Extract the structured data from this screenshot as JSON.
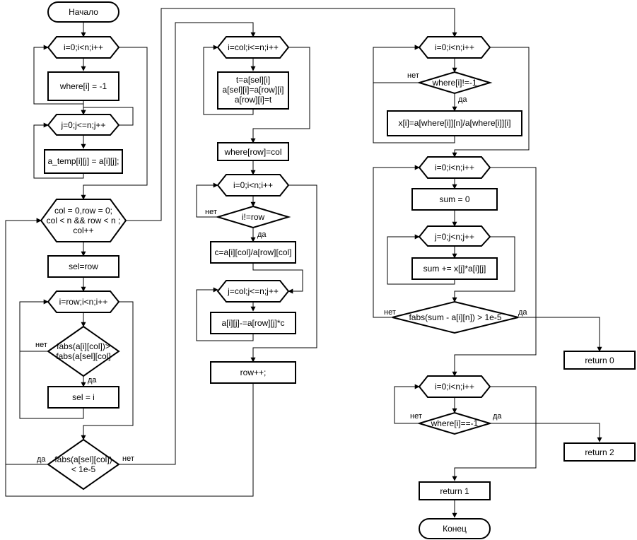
{
  "nodes": {
    "start": "Начало",
    "loop_i_init": "i=0;i<n;i++",
    "where_init": "where[i] = -1",
    "loop_j_copy": "j=0;j<=n;j++",
    "copy_assign": "a_temp[i][j] = a[i][j];",
    "main_loop": [
      "col = 0,row = 0;",
      "col < n && row < n ;",
      "col++"
    ],
    "sel_row": "sel=row",
    "loop_i_row": "i=row;i<n;i++",
    "cmp_abs": [
      "fabs(a[i][col])>",
      "fabs(a[sel][col]"
    ],
    "sel_i": "sel = i",
    "cmp_eps": [
      "fabs(a[sel][col])",
      "< 1e-5"
    ],
    "loop_i_col": "i=col;i<=n;i++",
    "swap": [
      "t=a[sel][i]",
      "a[sel][i]=a[row][i]",
      "a[row][i]=t"
    ],
    "where_row": "where[row]=col",
    "loop_i_elim": "i=0;i<n;i++",
    "cond_i_row": "i!=row",
    "calc_c": "c=a[i][col]/a[row][col]",
    "loop_j_col": "j=col;j<=n;j++",
    "sub_row": "a[i][j]-=a[row][j]*c",
    "row_inc": "row++;",
    "loop_i_x": "i=0;i<n;i++",
    "cond_where_ne": "where[i]!=-1",
    "calc_x": "x[i]=a[where[i]][n]/a[where[i]][i]",
    "loop_i_check": "i=0;i<n;i++",
    "sum_zero": "sum = 0",
    "loop_j_sum": "j=0;j<n;j++",
    "sum_add": "sum += x[j]*a[i][j]",
    "cond_fabs_sum": "fabs(sum - a[i][n]) > 1e-5",
    "ret0": "return 0",
    "loop_i_inf": "i=0;i<n;i++",
    "cond_where_eq": "where[i]==-1",
    "ret2": "return 2",
    "ret1": "return 1",
    "end": "Конец"
  },
  "edge_labels": {
    "cmp_abs_no": "нет",
    "sel_i_yes": "да",
    "cmp_eps_yes": "да",
    "cmp_eps_no": "нет",
    "i_row_no": "нет",
    "i_row_yes": "да",
    "where_ne_no": "нет",
    "where_ne_yes": "да",
    "fabs_sum_no": "нет",
    "fabs_sum_yes": "да",
    "where_eq_no": "нет",
    "where_eq_yes": "да"
  }
}
